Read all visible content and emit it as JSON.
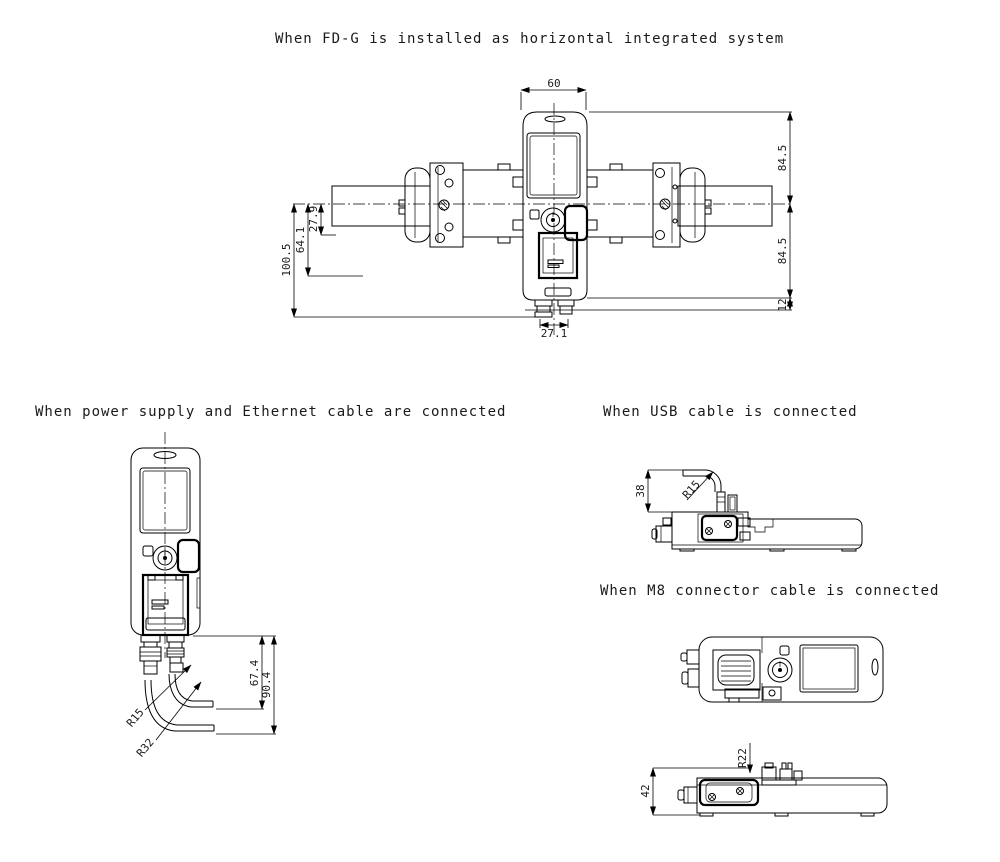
{
  "titles": {
    "horizontal": "When FD-G is installed as horizontal integrated system",
    "power_ethernet": "When power supply and Ethernet cable are connected",
    "usb": "When USB cable is connected",
    "m8": "When M8 connector cable is connected"
  },
  "dims": {
    "horizontal": {
      "top_width": "60",
      "right_upper": "84.5",
      "right_lower": "84.5",
      "right_offset": "12",
      "left_d1": "27.9",
      "left_d2": "64.1",
      "left_d3": "100.5",
      "bottom_width": "27.1"
    },
    "power_ethernet": {
      "cable1_height": "67.4",
      "cable2_height": "90.4",
      "radius_inner": "R15",
      "radius_outer": "R32"
    },
    "usb": {
      "height": "38",
      "radius": "R15"
    },
    "m8": {
      "radius": "R22",
      "height": "42"
    }
  },
  "colors": {
    "background": "#ffffff",
    "line": "#000000",
    "text": "#1a1a1a"
  }
}
